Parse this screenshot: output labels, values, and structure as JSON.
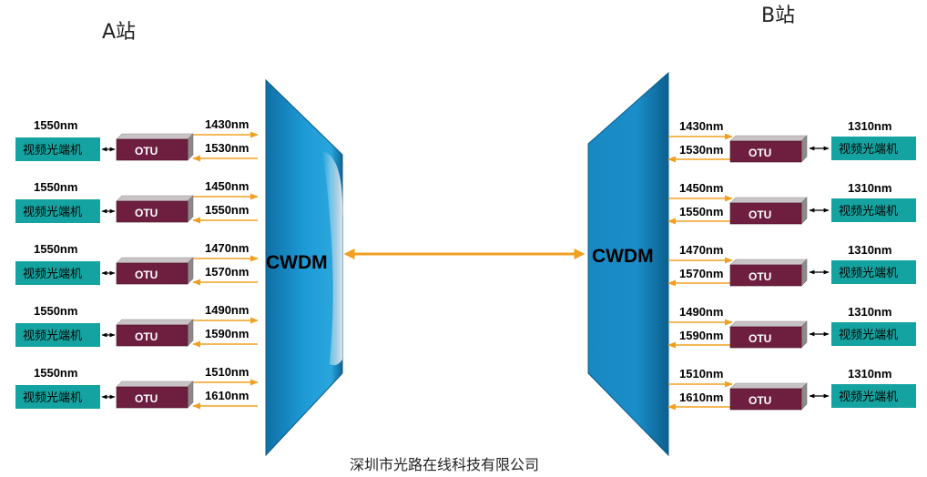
{
  "site_a": {
    "title": "A站",
    "mux_label": "CWDM",
    "channels": [
      {
        "terminal_wavelength": "1550nm",
        "terminal_label": "视频光端机",
        "otu_label": "OTU",
        "tx": "1430nm",
        "rx": "1530nm"
      },
      {
        "terminal_wavelength": "1550nm",
        "terminal_label": "视频光端机",
        "otu_label": "OTU",
        "tx": "1450nm",
        "rx": "1550nm"
      },
      {
        "terminal_wavelength": "1550nm",
        "terminal_label": "视频光端机",
        "otu_label": "OTU",
        "tx": "1470nm",
        "rx": "1570nm"
      },
      {
        "terminal_wavelength": "1550nm",
        "terminal_label": "视频光端机",
        "otu_label": "OTU",
        "tx": "1490nm",
        "rx": "1590nm"
      },
      {
        "terminal_wavelength": "1550nm",
        "terminal_label": "视频光端机",
        "otu_label": "OTU",
        "tx": "1510nm",
        "rx": "1610nm"
      }
    ]
  },
  "site_b": {
    "title": "B站",
    "mux_label": "CWDM",
    "channels": [
      {
        "terminal_wavelength": "1310nm",
        "terminal_label": "视频光端机",
        "otu_label": "OTU",
        "in": "1430nm",
        "out": "1530nm"
      },
      {
        "terminal_wavelength": "1310nm",
        "terminal_label": "视频光端机",
        "otu_label": "OTU",
        "in": "1450nm",
        "out": "1550nm"
      },
      {
        "terminal_wavelength": "1310nm",
        "terminal_label": "视频光端机",
        "otu_label": "OTU",
        "in": "1470nm",
        "out": "1570nm"
      },
      {
        "terminal_wavelength": "1310nm",
        "terminal_label": "视频光端机",
        "otu_label": "OTU",
        "in": "1490nm",
        "out": "1590nm"
      },
      {
        "terminal_wavelength": "1310nm",
        "terminal_label": "视频光端机",
        "otu_label": "OTU",
        "in": "1510nm",
        "out": "1610nm"
      }
    ]
  },
  "footer": "深圳市光路在线科技有限公司",
  "colors": {
    "terminal_fill": "#14a3a0",
    "otu_front": "#6e1f3f",
    "otu_top": "#c9c3c5",
    "otu_side": "#8e8889",
    "mux_fill": "#1a8ec9",
    "mux_dark": "#0d6596",
    "fiber": "#f0a020",
    "link_arrow": "#000000"
  }
}
